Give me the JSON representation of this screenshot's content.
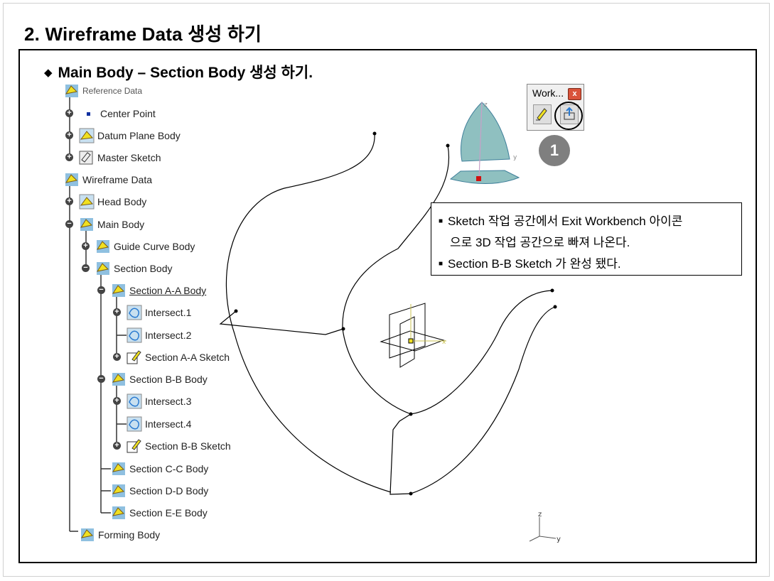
{
  "page_title": "2. Wireframe Data 생성 하기",
  "section_heading": "Main Body – Section Body 생성 하기.",
  "tree": {
    "items": [
      {
        "label": "Reference Data"
      },
      {
        "label": "Center Point"
      },
      {
        "label": "Datum Plane Body"
      },
      {
        "label": "Master Sketch"
      },
      {
        "label": "Wireframe Data"
      },
      {
        "label": "Head Body"
      },
      {
        "label": "Main Body"
      },
      {
        "label": "Guide Curve Body"
      },
      {
        "label": "Section Body"
      },
      {
        "label": "Section A-A Body"
      },
      {
        "label": "Intersect.1"
      },
      {
        "label": "Intersect.2"
      },
      {
        "label": "Section A-A Sketch"
      },
      {
        "label": "Section B-B Body"
      },
      {
        "label": "Intersect.3"
      },
      {
        "label": "Intersect.4"
      },
      {
        "label": "Section B-B Sketch"
      },
      {
        "label": "Section C-C Body"
      },
      {
        "label": "Section D-D Body"
      },
      {
        "label": "Section E-E Body"
      },
      {
        "label": "Forming Body"
      }
    ]
  },
  "toolbar": {
    "title": "Work...",
    "close_label": "x"
  },
  "step_badge": "1",
  "notes": [
    "Sketch 작업 공간에서 Exit Workbench 아이콘",
    "으로 3D 작업 공간으로 빠져 나온다.",
    "Section B-B Sketch 가 완성 됐다."
  ],
  "axis_labels": {
    "z": "z",
    "y": "y",
    "x": "x"
  },
  "colors": {
    "selection": "#f0e020",
    "accent_blue": "#3f7fd0",
    "surface": "#8fc0c0",
    "badge": "#7f7f7f"
  }
}
